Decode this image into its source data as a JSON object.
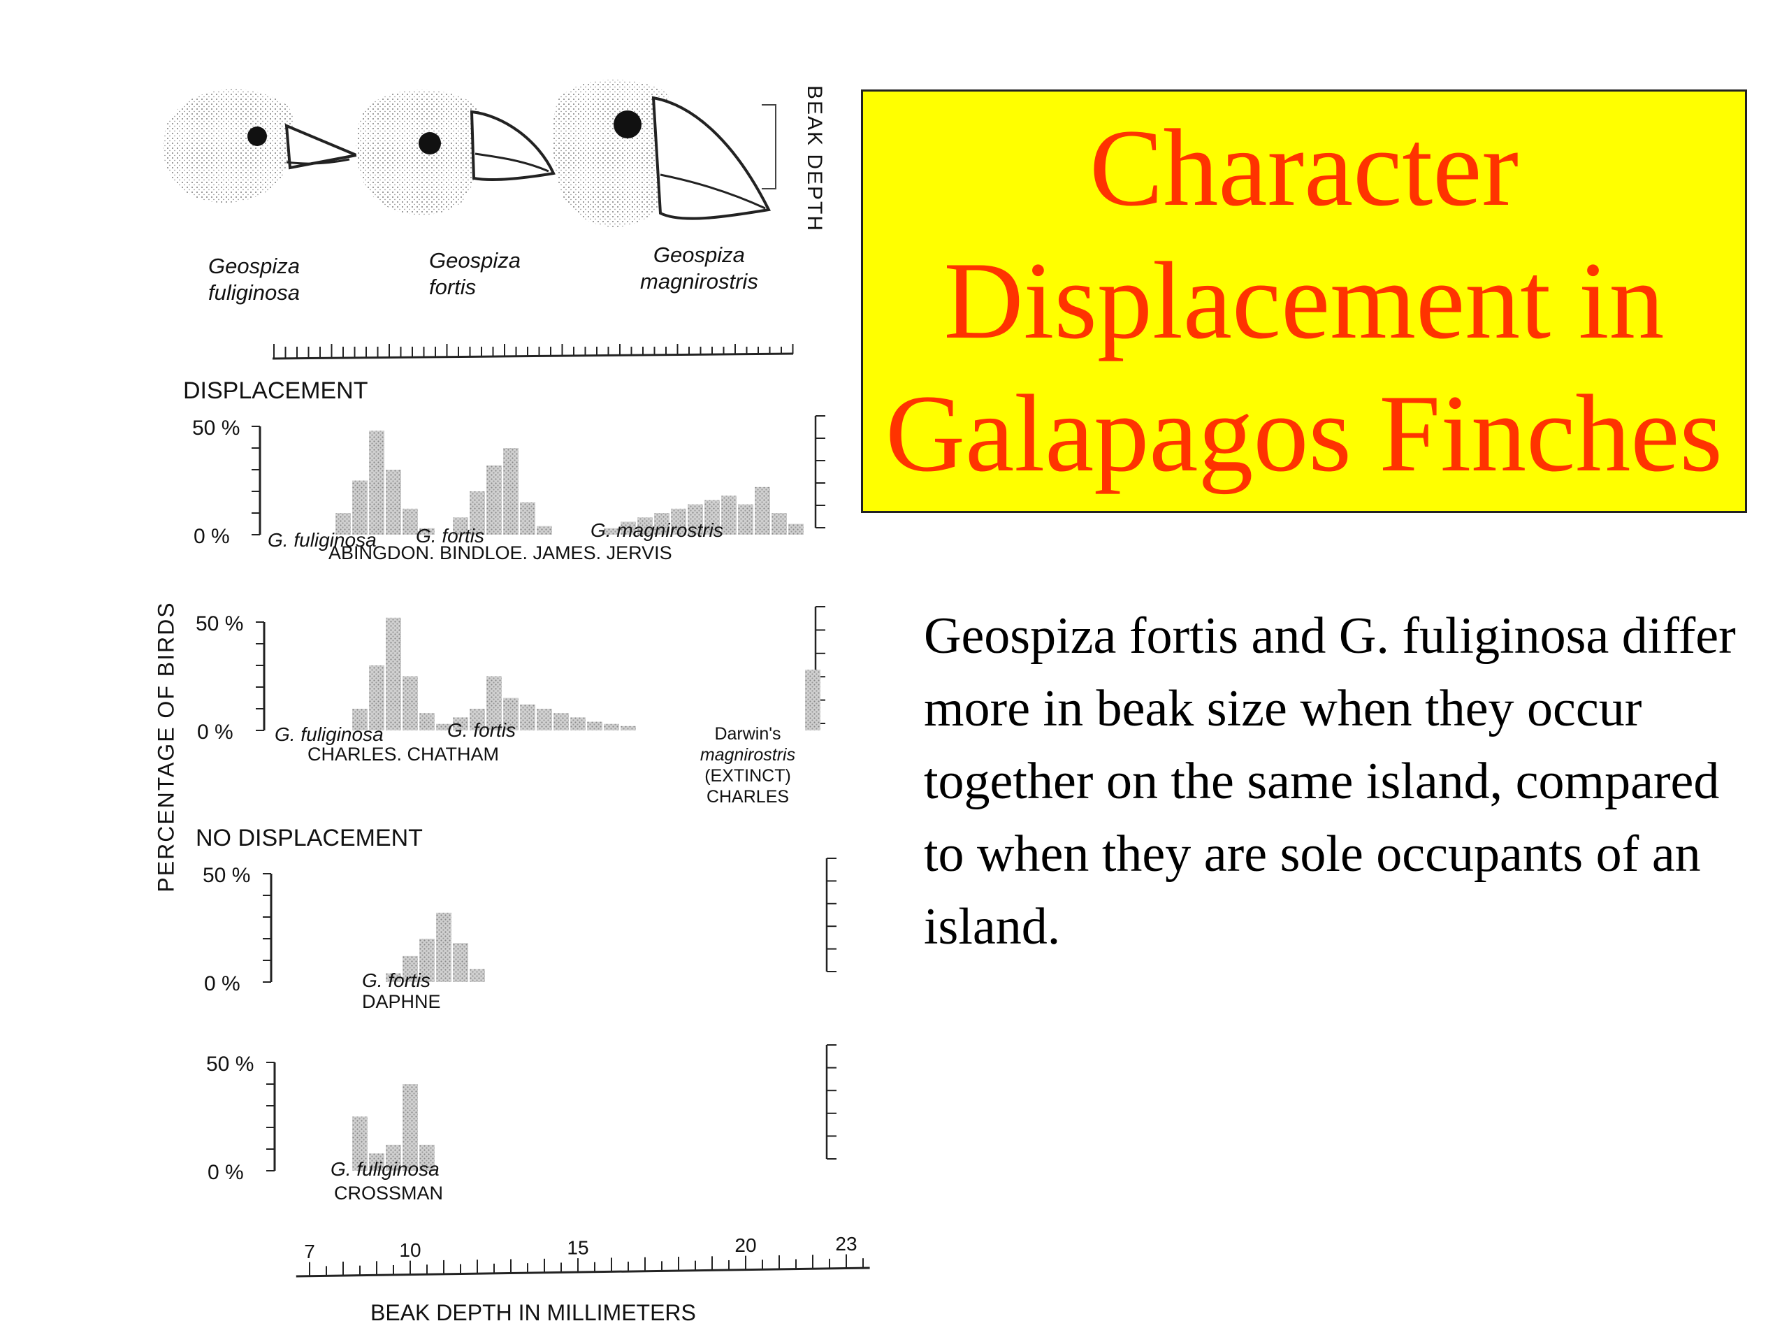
{
  "slide": {
    "title": "Character Displacement in Galapagos Finches",
    "description": "Geospiza fortis and G. fuliginosa differ more in beak size when they occur together on the same island, compared to when they are sole occupants of an island."
  },
  "birds": {
    "heads": [
      {
        "name": "Geospiza",
        "name2": "fuliginosa"
      },
      {
        "name": "Geospiza",
        "name2": "fortis"
      },
      {
        "name": "Geospiza",
        "name2": "magnirostris"
      }
    ],
    "beak_depth_label": "BEAK DEPTH"
  },
  "chart_data": {
    "type": "bar",
    "ylabel": "PERCENTAGE OF BIRDS",
    "xlabel": "BEAK DEPTH IN MILLIMETERS",
    "x_ticks": [
      7,
      10,
      15,
      20,
      23
    ],
    "xlim": [
      6,
      24
    ],
    "ylim": [
      0,
      50
    ],
    "y_tick_labels": [
      "50 %",
      "0 %"
    ],
    "sections": [
      {
        "label": "DISPLACEMENT"
      },
      {
        "label": "NO DISPLACEMENT"
      }
    ],
    "panels": [
      {
        "island": "ABINGDON. BINDLOE. JAMES. JERVIS",
        "series": [
          {
            "name": "G. fuliginosa",
            "x": [
              8,
              8.5,
              9,
              9.5,
              10,
              10.5
            ],
            "values": [
              10,
              25,
              48,
              30,
              12,
              3
            ]
          },
          {
            "name": "G. fortis",
            "x": [
              11.5,
              12,
              12.5,
              13,
              13.5,
              14
            ],
            "values": [
              8,
              20,
              32,
              40,
              15,
              4
            ]
          },
          {
            "name": "G. magnirostris",
            "x": [
              16,
              16.5,
              17,
              17.5,
              18,
              18.5,
              19,
              19.5,
              20,
              20.5,
              21,
              21.5
            ],
            "values": [
              3,
              6,
              8,
              10,
              12,
              14,
              16,
              18,
              14,
              22,
              10,
              5
            ]
          }
        ]
      },
      {
        "island": "CHARLES. CHATHAM",
        "series": [
          {
            "name": "G. fuliginosa",
            "x": [
              8.5,
              9,
              9.5,
              10,
              10.5
            ],
            "values": [
              10,
              30,
              52,
              25,
              8
            ]
          },
          {
            "name": "G. fortis",
            "x": [
              11,
              11.5,
              12,
              12.5,
              13,
              13.5,
              14,
              14.5,
              15,
              15.5,
              16,
              16.5
            ],
            "values": [
              3,
              6,
              10,
              25,
              15,
              12,
              10,
              8,
              6,
              4,
              3,
              2
            ]
          },
          {
            "name": "Darwin's magnirostris (EXTINCT) CHARLES",
            "x": [
              22
            ],
            "values": [
              28
            ],
            "label_lines": [
              "Darwin's",
              "magnirostris",
              "(EXTINCT)",
              "CHARLES"
            ]
          }
        ]
      },
      {
        "island": "DAPHNE",
        "series": [
          {
            "name": "G. fortis",
            "x": [
              9.5,
              10,
              10.5,
              11,
              11.5,
              12
            ],
            "values": [
              4,
              12,
              20,
              32,
              18,
              6
            ]
          }
        ]
      },
      {
        "island": "CROSSMAN",
        "series": [
          {
            "name": "G. fuliginosa",
            "x": [
              8.5,
              9,
              9.5,
              10,
              10.5
            ],
            "values": [
              25,
              8,
              12,
              40,
              12
            ]
          }
        ]
      }
    ]
  },
  "colors": {
    "title_box": "#ffff00",
    "title_text": "#ff3300",
    "ink": "#111111",
    "bar_fill": "#b5b5b5"
  }
}
